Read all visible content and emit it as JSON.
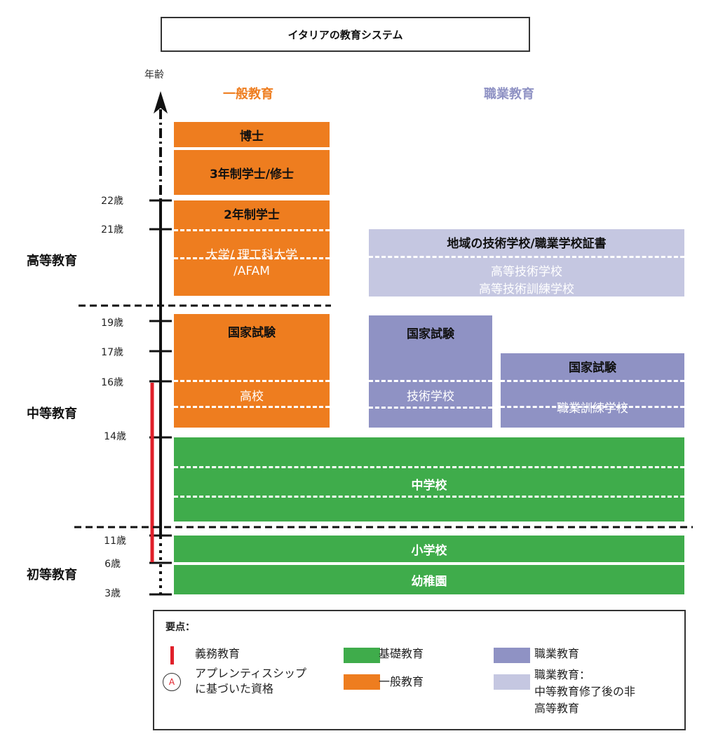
{
  "title": "イタリアの教育システム",
  "age_axis_label": "年齢",
  "column_headers": {
    "general": "一般教育",
    "vocational": "職業教育"
  },
  "levels": {
    "higher": "高等教育",
    "secondary": "中等教育",
    "primary": "初等教育"
  },
  "ages": [
    "22歳",
    "21歳",
    "19歳",
    "17歳",
    "16歳",
    "14歳",
    "11歳",
    "6歳",
    "3歳"
  ],
  "general": {
    "doctorate": "博士",
    "bachelor3_master": "3年制学士/修士",
    "bachelor2": "2年制学士",
    "university_line1": "大学/ 理工科大学",
    "university_line2": "/AFAM",
    "state_exam": "国家試験",
    "high_school": "高校"
  },
  "vocational": {
    "regional_cert": "地域の技術学校/職業学校証書",
    "higher_tech_line1": "高等技術学校",
    "higher_tech_line2": "高等技術訓練学校",
    "tech_exam": "国家試験",
    "tech_school": "技術学校",
    "voc_exam": "国家試験",
    "voc_training": "職業訓練学校"
  },
  "basic": {
    "middle_school": "中学校",
    "primary_school": "小学校",
    "kindergarten": "幼稚園"
  },
  "legend": {
    "title": "要点：",
    "compulsory": "義務教育",
    "apprenticeship_line1": "アプレンティスシップ",
    "apprenticeship_line2": "に基づいた資格",
    "apprenticeship_mark": "A",
    "basic": "基礎教育",
    "general": "一般教育",
    "vocational": "職業教育",
    "post_secondary_line1": "職業教育：",
    "post_secondary_line2": "中等教育修了後の非",
    "post_secondary_line3": "高等教育"
  },
  "colors": {
    "general": "#ee7d1f",
    "vocational": "#8f92c4",
    "post_secondary": "#c5c7e1",
    "basic": "#3fac4b",
    "compulsory": "#e0202a"
  }
}
